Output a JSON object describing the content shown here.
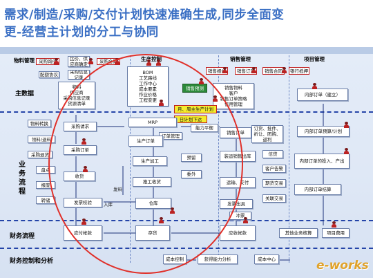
{
  "title": {
    "line1": "需求/制造/采购/交付计划快速准确生成,同步全面变",
    "line2": "更-经营主计划的分工与协同"
  },
  "columns": {
    "materials": "物料管理",
    "production": "生产控制",
    "sales": "销售管理",
    "project": "项目管理"
  },
  "rows": {
    "master_data": "主数据",
    "business_flow": "业务流程",
    "finance_flow": "财务流程",
    "finance_control": "财务控制和分析"
  },
  "boxes": {
    "purchase_inquiry": "采购询价",
    "vendor_quote": "比价、供应商确定",
    "purchase_contract": "采购合同",
    "quota_agreement": "配额协议",
    "purchase_info_record": "采购信息记录",
    "md_material": "物料\n供应商\n采购信息记录\n货源清单",
    "bom": "BOM\n工艺路线\n工作中心\n成本要素\n作业价格\n工程变更",
    "sales_quote": "销售报价",
    "sales_order_top": "销售订单",
    "sales_contract": "销售合同",
    "bank_guarantee": "银行抵押",
    "sales_forecast": "销售预测",
    "md_sales": "销售物料\n客户\n销售订单策略\n信用管理",
    "internal_order": "内部订单（建立）",
    "mps": "月、周主生产计划",
    "dispatch": "日计划下达",
    "capacity": "能力平衡",
    "material_transfer": "物料转换",
    "receipt_return": "领料/退料",
    "purchase_return": "采购退货",
    "inventory_count": "盘点",
    "scrap": "报废",
    "transfer": "转储",
    "purchase_req": "采购请求",
    "purchase_order": "采购订单",
    "goods_receipt": "收货",
    "invoice_verify": "发票校验",
    "mrp": "MRP",
    "order_mgmt": "订单管理",
    "production_order": "生产订单",
    "production_proc": "生产加工",
    "prod_receipt": "推工收货",
    "warehouse": "仓库",
    "sales_order": "销售订单",
    "sales_sub": "订货、批件、折让、团购、返利",
    "delivery": "装运销售出库",
    "shipment": "运输、交付",
    "billing": "发票出具",
    "prepay": "预留",
    "outsource": "委外",
    "credit": "信贷",
    "customer_complaint": "客户告警",
    "period_trade": "期货交易",
    "related_trade": "关联交易",
    "write_off": "冲票",
    "order_budget": "内部订单预算/计划",
    "order_invest": "内部订单的投入、产出",
    "order_settle": "内部订单结算",
    "payable": "应付帐款",
    "stock": "存货",
    "receivable": "应收帐款",
    "other_acct": "其他业务核算",
    "project_cost": "项目费用",
    "cost_control": "成本控制",
    "profit_analysis": "获得能力分析",
    "cost_center": "成本中心"
  },
  "notes": {
    "issue": "发料",
    "into_stock": "入库"
  },
  "brand": "e-works"
}
